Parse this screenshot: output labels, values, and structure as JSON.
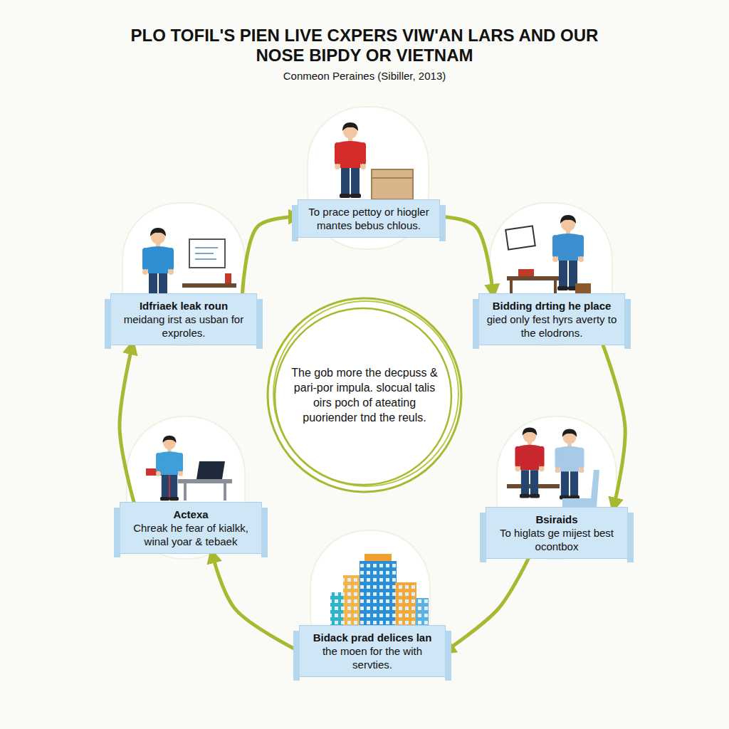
{
  "diagram": {
    "title": "PLO TOFIL'S PIEN LIVE CXPERS VIW'AN LARS AND OUR NOSE BIPDY OR VIETNAM",
    "nodes": [
      {
        "text": [
          "To prace pettoy or hiogler mantes bebus chlous."
        ]
      },
      {
        "text": [
          "Bidding drting he place",
          "gied only fest hyrs averty to the elodrons."
        ]
      },
      {
        "text": [
          "Bsiraids",
          "To higlats ge mijest best ocontbox"
        ]
      },
      {
        "text": [
          "Bidack prad delices lan",
          "the moen for the with servties."
        ]
      },
      {
        "text": [
          "Actexa",
          "Chreak he fear of kialkk, winal yoar & tebaek"
        ]
      },
      {
        "text": [
          "Idfriaek leak roun",
          "meidang irst as usban for exproles."
        ]
      },
      {
        "text": [
          "The gob more the decpuss & pari-por impula. slocual talis oirs poch of ateating puoriender tnd the reuls."
        ]
      }
    ],
    "edges": [
      {
        "from": 0,
        "to": 1,
        "arrow": "to"
      },
      {
        "from": 1,
        "to": 2,
        "arrow": "to"
      },
      {
        "from": 2,
        "to": 3,
        "arrow": "to"
      },
      {
        "from": 3,
        "to": 4,
        "arrow": "to"
      },
      {
        "from": 4,
        "to": 5,
        "arrow": "to"
      },
      {
        "from": 5,
        "to": 0,
        "arrow": "to"
      }
    ],
    "labels": [
      "Conmeon Peraines (Sibiller, 2013)"
    ]
  }
}
